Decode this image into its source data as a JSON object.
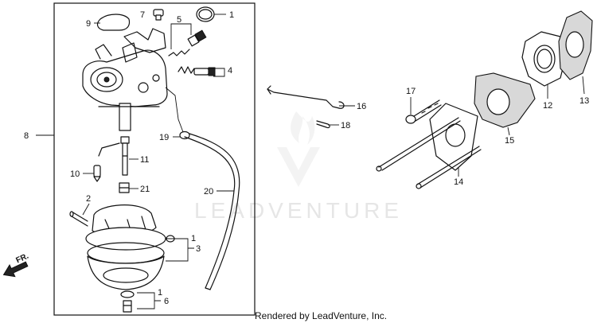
{
  "callouts": [
    {
      "id": "1a",
      "text": "1"
    },
    {
      "id": "1b",
      "text": "1"
    },
    {
      "id": "1c",
      "text": "1"
    },
    {
      "id": "2",
      "text": "2"
    },
    {
      "id": "3",
      "text": "3"
    },
    {
      "id": "4",
      "text": "4"
    },
    {
      "id": "5",
      "text": "5"
    },
    {
      "id": "6",
      "text": "6"
    },
    {
      "id": "7",
      "text": "7"
    },
    {
      "id": "8",
      "text": "8"
    },
    {
      "id": "9",
      "text": "9"
    },
    {
      "id": "10",
      "text": "10"
    },
    {
      "id": "11",
      "text": "11"
    },
    {
      "id": "12",
      "text": "12"
    },
    {
      "id": "13",
      "text": "13"
    },
    {
      "id": "14",
      "text": "14"
    },
    {
      "id": "15",
      "text": "15"
    },
    {
      "id": "16",
      "text": "16"
    },
    {
      "id": "17",
      "text": "17"
    },
    {
      "id": "18",
      "text": "18"
    },
    {
      "id": "19",
      "text": "19"
    },
    {
      "id": "20",
      "text": "20"
    },
    {
      "id": "21",
      "text": "21"
    }
  ],
  "direction_label": "FR.",
  "watermark": "LEADVENTURE",
  "credit": "Rendered by LeadVenture, Inc."
}
